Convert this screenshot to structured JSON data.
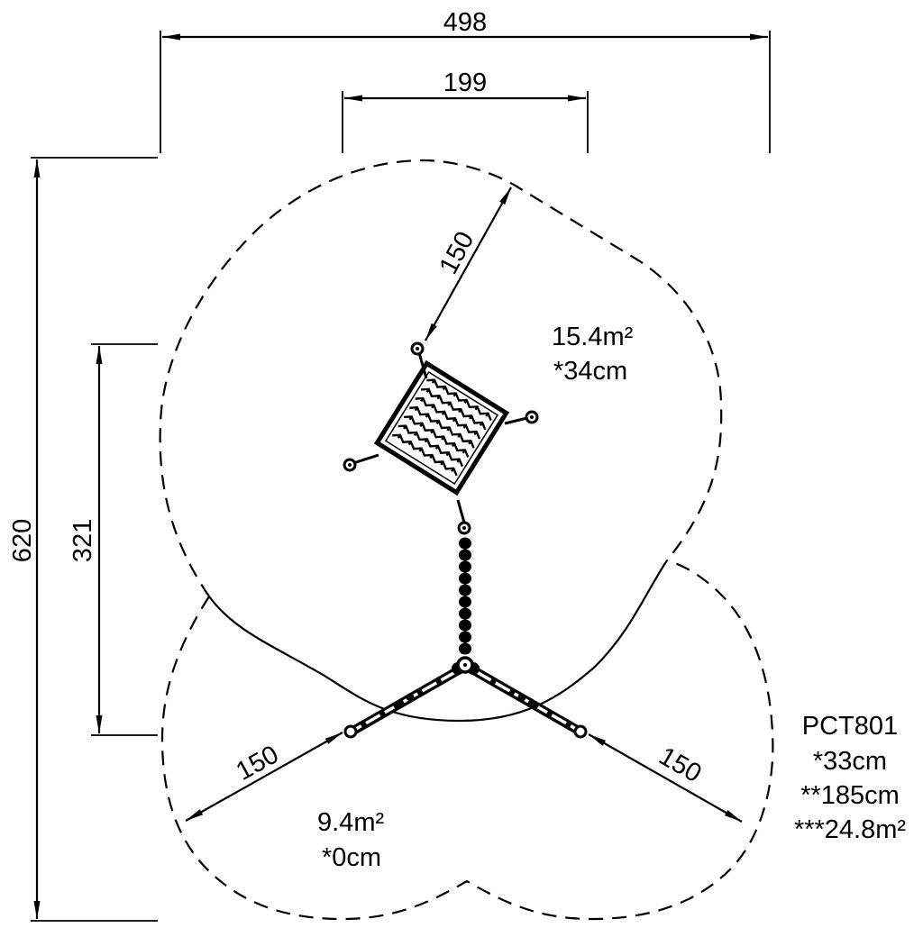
{
  "drawing": {
    "type": "playground equipment safety-zone plan",
    "colors": {
      "line": "#000000",
      "background": "#ffffff"
    }
  },
  "dimensions": {
    "overall_width": "498",
    "inner_width": "199",
    "overall_height": "620",
    "inner_height": "321",
    "clearance_top": "150",
    "clearance_left": "150",
    "clearance_right": "150"
  },
  "zones": {
    "upper": {
      "area": "15.4m²",
      "fall_height": "*34cm"
    },
    "lower": {
      "area": "9.4m²",
      "fall_height": "*0cm"
    }
  },
  "spec": {
    "model": "PCT801",
    "fall_height": "*33cm",
    "free_height": "**185cm",
    "total_area": "***24.8m²"
  }
}
